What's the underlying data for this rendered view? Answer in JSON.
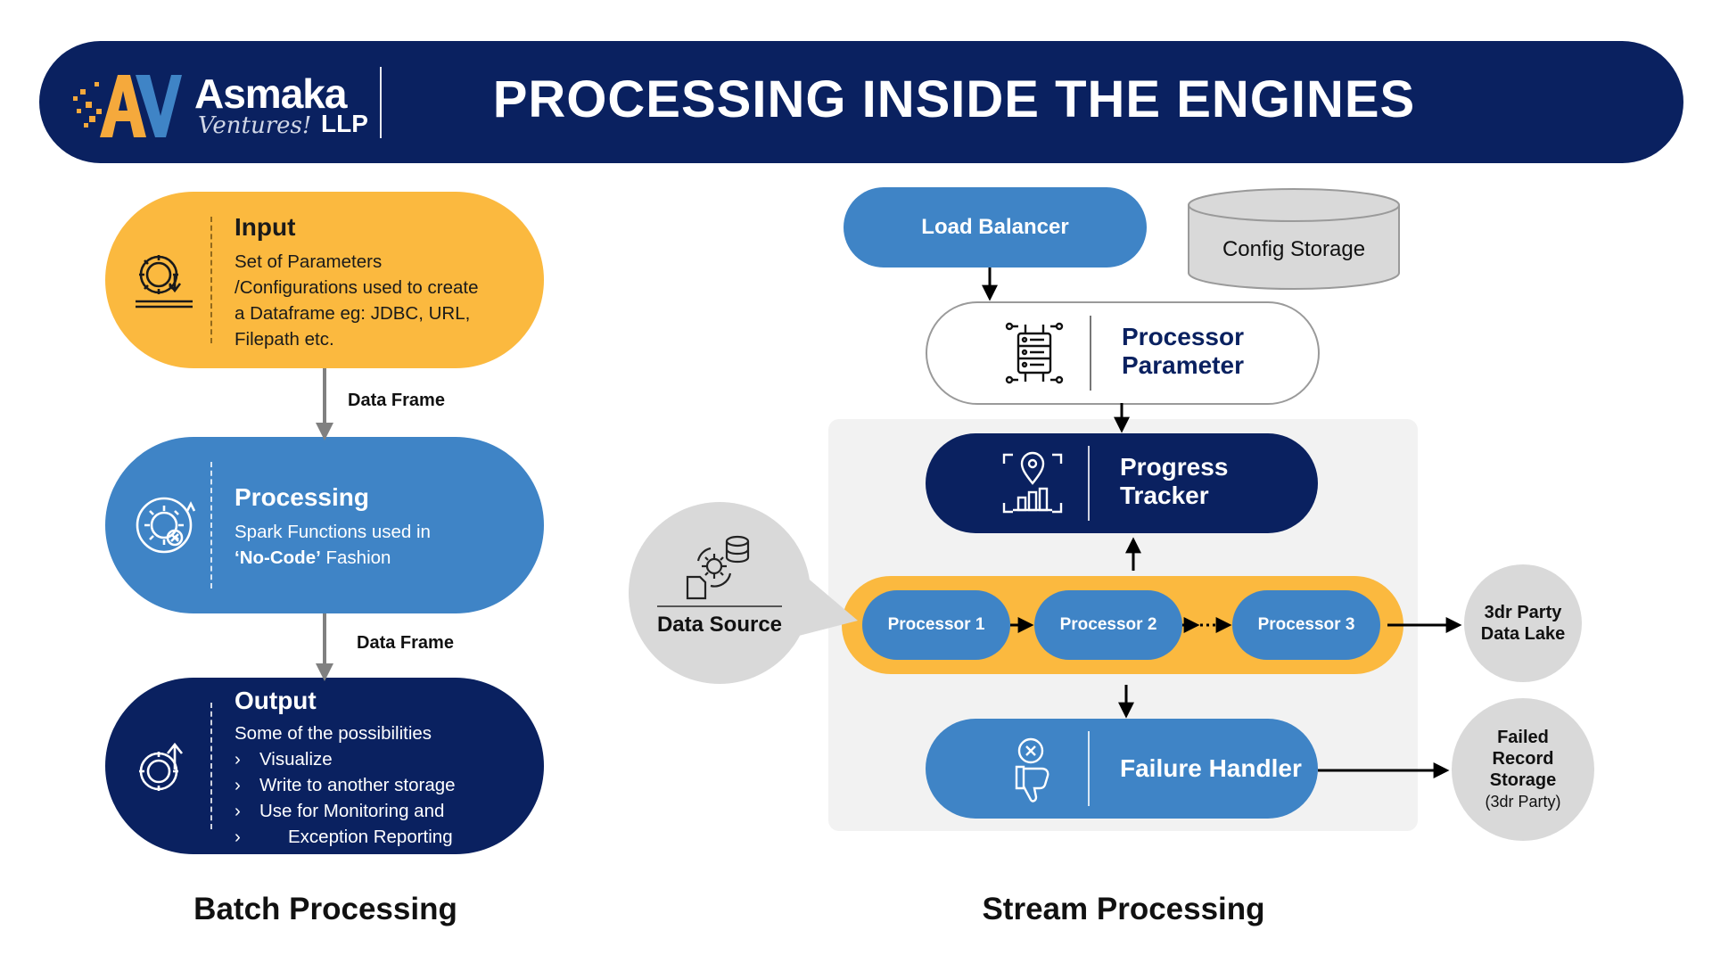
{
  "header": {
    "brand_name": "Asmaka",
    "brand_sub": "Ventures!",
    "brand_llp": "LLP",
    "title": "PROCESSING INSIDE THE ENGINES",
    "colors": {
      "navy": "#0a2160",
      "orange": "#fbb93f",
      "blue": "#3f84c6",
      "grey": "#d9d9d9"
    }
  },
  "batch": {
    "section_title": "Batch Processing",
    "input": {
      "icon": "gear-download-icon",
      "title": "Input",
      "lines": [
        "Set of Parameters",
        "/Configurations used to create",
        "a Dataframe eg: JDBC, URL,",
        "Filepath etc."
      ]
    },
    "edge1_label": "Data Frame",
    "processing": {
      "icon": "gear-cycle-icon",
      "title": "Processing",
      "line1": "Spark Functions used in",
      "line2_bold": "‘No-Code’",
      "line2_rest": " Fashion"
    },
    "edge2_label": "Data Frame",
    "output": {
      "icon": "gear-upload-icon",
      "title": "Output",
      "intro": "Some of the possibilities",
      "items": [
        "Visualize",
        "Write to another storage",
        "Use for Monitoring and",
        "Exception Reporting"
      ]
    }
  },
  "stream": {
    "section_title": "Stream Processing",
    "load_balancer": "Load Balancer",
    "config_storage": "Config Storage",
    "processor_parameter": [
      "Processor",
      "Parameter"
    ],
    "progress_tracker": [
      "Progress",
      "Tracker"
    ],
    "data_source": "Data Source",
    "processors": [
      "Processor 1",
      "Processor 2",
      "Processor 3"
    ],
    "datalake": [
      "3dr Party",
      "Data Lake"
    ],
    "failure_handler": "Failure Handler",
    "failed_storage": [
      "Failed",
      "Record",
      "Storage"
    ],
    "failed_storage_sub": "(3dr Party)"
  }
}
